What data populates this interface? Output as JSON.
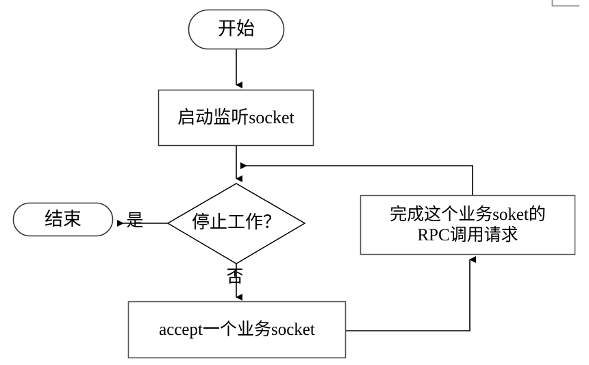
{
  "diagram": {
    "type": "flowchart",
    "language": "zh-CN",
    "title": "RPC server socket accept loop flowchart",
    "background_color": "#ffffff",
    "line_color": "#000000",
    "artifact_color": "#9a9a9a",
    "text_color": "#000000",
    "nodes": {
      "start": {
        "label": "开始",
        "shape": "rounded-rectangle"
      },
      "listen": {
        "label": "启动监听socket",
        "shape": "rectangle"
      },
      "decision": {
        "label": "停止工作？",
        "shape": "diamond"
      },
      "end": {
        "label": "结束",
        "shape": "rounded-rectangle"
      },
      "rpc": {
        "label": "完成这个业务soket的\nRPC调用请求",
        "shape": "rectangle"
      },
      "accept": {
        "label": "accept一个业务socket",
        "shape": "rectangle"
      }
    },
    "edge_labels": {
      "yes": "是",
      "no": "否"
    }
  }
}
